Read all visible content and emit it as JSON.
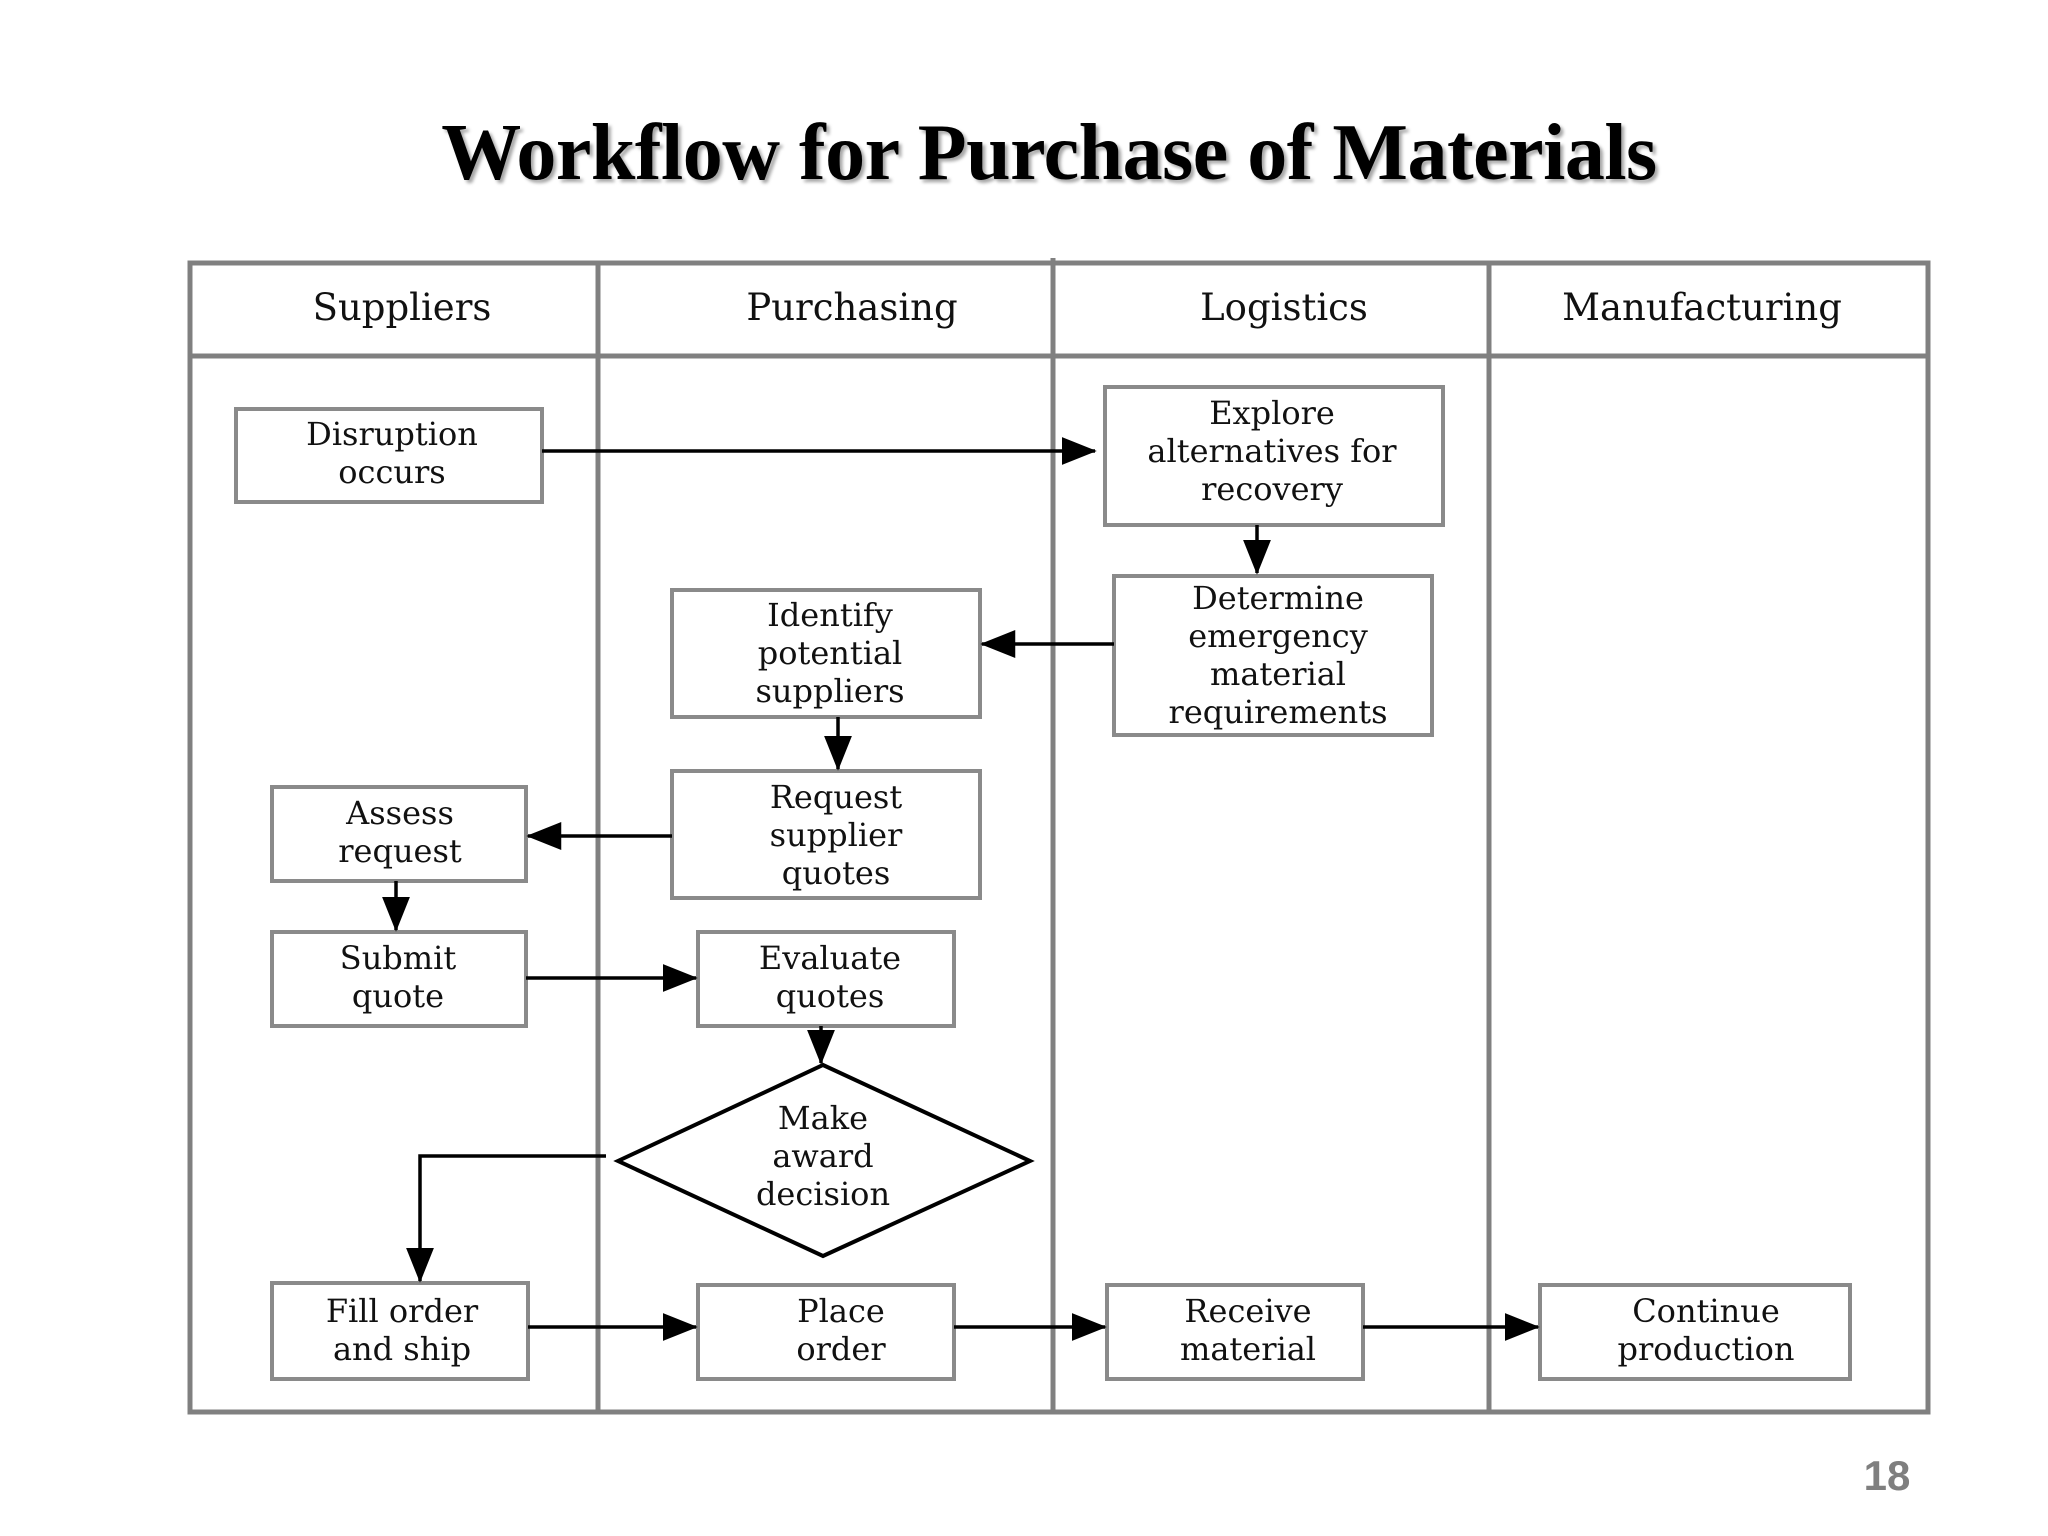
{
  "title": "Workflow for Purchase of Materials",
  "page_number": "18",
  "lanes": [
    "Suppliers",
    "Purchasing",
    "Logistics",
    "Manufacturing"
  ],
  "nodes": {
    "disruption": [
      "Disruption",
      "occurs"
    ],
    "explore": [
      "Explore",
      "alternatives for",
      "recovery"
    ],
    "determine": [
      "Determine",
      "emergency",
      "material",
      "requirements"
    ],
    "identify": [
      "Identify",
      "potential",
      "suppliers"
    ],
    "request": [
      "Request",
      "supplier",
      "quotes"
    ],
    "assess": [
      "Assess",
      "request"
    ],
    "submit": [
      "Submit",
      "quote"
    ],
    "evaluate": [
      "Evaluate",
      "quotes"
    ],
    "decision": [
      "Make",
      "award",
      "decision"
    ],
    "fill": [
      "Fill order",
      "and ship"
    ],
    "place": [
      "Place",
      "order"
    ],
    "receive": [
      "Receive",
      "material"
    ],
    "continue": [
      "Continue",
      "production"
    ]
  },
  "colors": {
    "frame": "#808080",
    "box_border": "#8a8a8a",
    "arrow": "#000000",
    "page_number": "#7f7f7f"
  }
}
